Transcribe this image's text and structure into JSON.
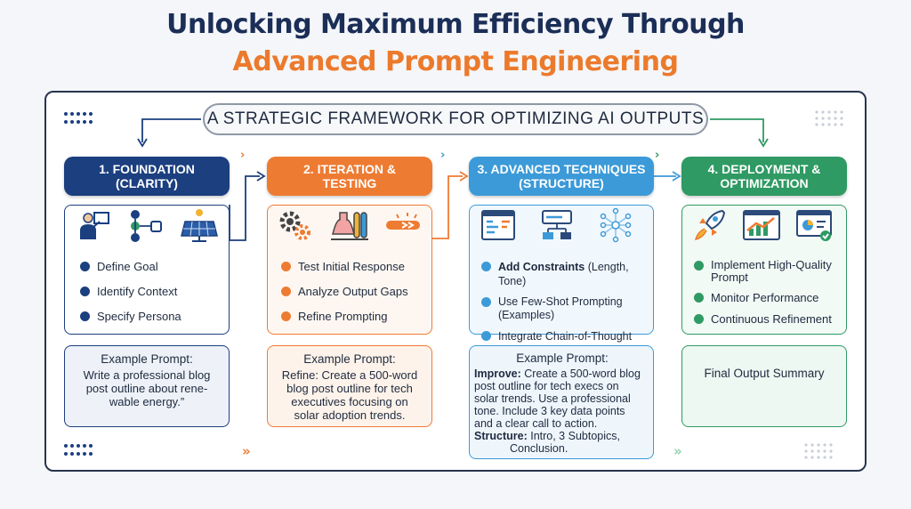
{
  "title": {
    "line1": "Unlocking Maximum Efficiency Through",
    "line2": "Advanced Prompt Engineering"
  },
  "banner": "A STRATEGIC FRAMEWORK FOR OPTIMIZING AI OUTPUTS",
  "colors": {
    "navy": "#1b3f7f",
    "orange": "#ee7b32",
    "blue": "#3c9ad8",
    "green": "#2f9a63"
  },
  "stages": [
    {
      "header_line1": "1. FOUNDATION",
      "header_line2": "(CLARITY)",
      "icons": [
        "presenter-icon",
        "hierarchy-icon",
        "solar-panel-icon"
      ],
      "steps": [
        "Define Goal",
        "Identify Context",
        "Specify Persona"
      ],
      "example_title": "Example Prompt:",
      "example_lines": [
        "Write a professional blog",
        "post outline about rene-",
        "wable energy.”"
      ]
    },
    {
      "header_line1": "2. ITERATION &",
      "header_line2": "TESTING",
      "icons": [
        "gears-icon",
        "test-tubes-icon",
        "progress-arrow-icon"
      ],
      "steps": [
        "Test Initial Response",
        "Analyze Output Gaps",
        "Refine Prompting"
      ],
      "example_title": "Example Prompt:",
      "example_lines": [
        "Refine: Create a 500-word",
        "blog post outline for tech",
        "executives focusing on",
        "solar adoption trends."
      ]
    },
    {
      "header_line1": "3. ADVANCED TECHNIQUES",
      "header_line2": "(STRUCTURE)",
      "icons": [
        "code-window-icon",
        "flowchart-icon",
        "neural-network-icon"
      ],
      "steps": [
        "Add Constraints",
        "(Length, Tone)",
        "Use Few-Shot Prompting",
        "(Examples)",
        "Integrate Chain-of-Thought"
      ],
      "example_title": "Example Prompt:",
      "improve_label": "Improve:",
      "improve_lines": [
        "Create a 500-word blog",
        "post outline for tech execs on",
        "solar trends. Use a professional",
        "tone. Include 3 key data points",
        "and a clear call to action."
      ],
      "structure_label": "Structure:",
      "structure_lines": [
        "Intro, 3 Subtopics,",
        "Conclusion."
      ]
    },
    {
      "header_line1": "4. DEPLOYMENT &",
      "header_line2": "OPTIMIZATION",
      "icons": [
        "rocket-icon",
        "growth-chart-icon",
        "dashboard-icon"
      ],
      "steps": [
        "Implement High-Quality",
        "Prompt",
        "Monitor Performance",
        "Continuous Refinement"
      ],
      "summary": "Final Output Summary"
    }
  ]
}
